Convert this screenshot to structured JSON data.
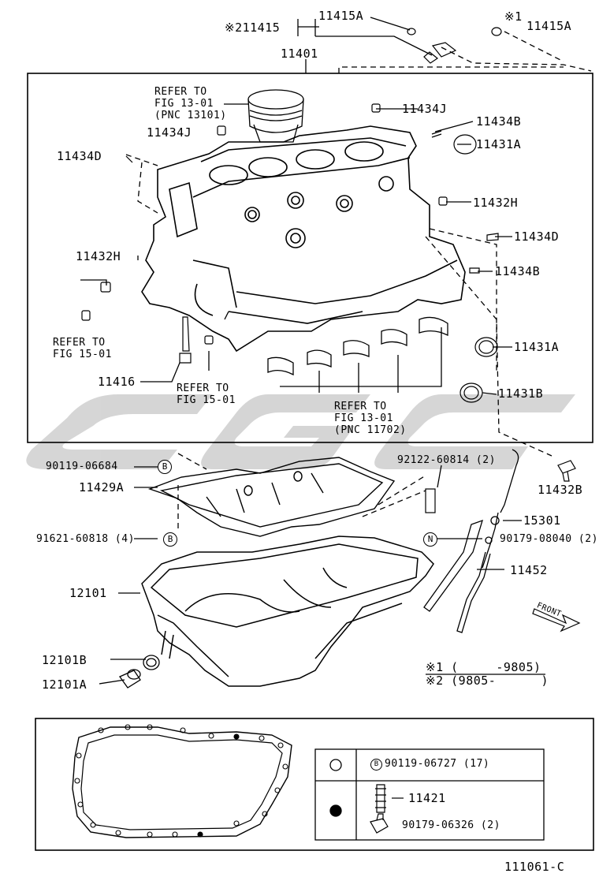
{
  "diagram_code": "111061-C",
  "watermark": "cgc",
  "labels": {
    "p11415": "※211415",
    "p11415A_a": "11415A",
    "p11415A_b": "11415A",
    "mark1": "※1",
    "p11401": "11401",
    "refer_a1": "REFER TO",
    "refer_a2": "FIG 13-01",
    "refer_a3": "(PNC 13101)",
    "p11434J_a": "11434J",
    "p11434J_b": "11434J",
    "p11434B_a": "11434B",
    "p11431A_a": "11431A",
    "p11434D_a": "11434D",
    "p11432H_a": "11432H",
    "p11434D_b": "11434D",
    "p11432H_b": "11432H",
    "p11434B_b": "11434B",
    "refer_b1": "REFER TO",
    "refer_b2": "FIG 15-01",
    "p11431A_b": "11431A",
    "p11416": "11416",
    "refer_c1": "REFER TO",
    "refer_c2": "FIG 15-01",
    "refer_d1": "REFER TO",
    "refer_d2": "FIG 13-01",
    "refer_d3": "(PNC 11702)",
    "p11431B": "11431B",
    "p90119_06684": "90119-06684",
    "p92122": "92122-60814 (2)",
    "p11429A": "11429A",
    "p11432B": "11432B",
    "p15301": "15301",
    "p91621": "91621-60818 (4)",
    "p90179_08040": "90179-08040 (2)",
    "p12101": "12101",
    "p11452": "11452",
    "front": "FRONT",
    "p12101B": "12101B",
    "p12101A": "12101A",
    "note1": "※1 (     -9805)",
    "note2": "※2 (9805-      )"
  },
  "circle_marks": {
    "b1": "B",
    "b2": "B",
    "n1": "N",
    "b3": "B"
  },
  "legend": {
    "row1_part": "90119-06727 (17)",
    "row2_part_a": "11421",
    "row2_part_b": "90179-06326 (2)"
  }
}
